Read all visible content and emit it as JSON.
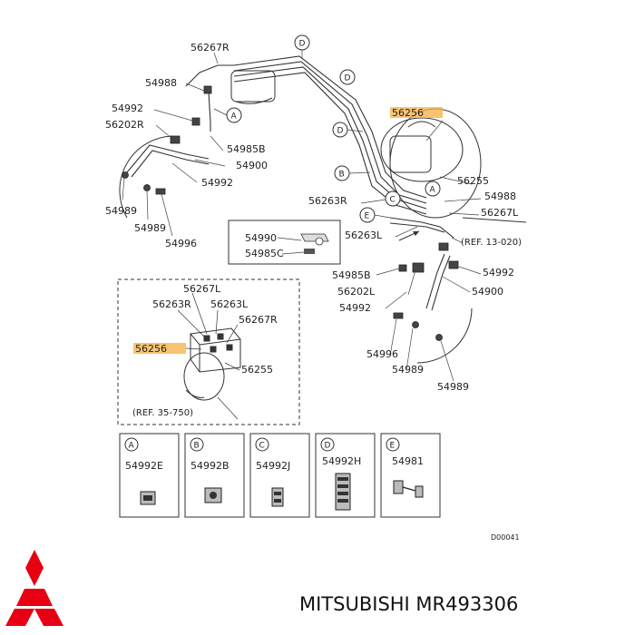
{
  "parts": {
    "top_56267R": "56267R",
    "p54988_left": "54988",
    "p54992_left1": "54992",
    "p56202R": "56202R",
    "p54985B_left": "54985B",
    "p54900_left": "54900",
    "p54992_left2": "54992",
    "p54989_left1": "54989",
    "p54989_left2": "54989",
    "p54996_left": "54996",
    "p56256_top": "56256",
    "p56255_right": "56255",
    "p54988_right": "54988",
    "p56263R": "56263R",
    "p56267L_right": "56267L",
    "ref_13_020": "(REF. 13-020)",
    "p54990": "54990",
    "p54985C": "54985C",
    "p56263L_mid": "56263L",
    "p54985B_right": "54985B",
    "p54992_right1": "54992",
    "p56202L": "56202L",
    "p54900_right": "54900",
    "p54992_right2": "54992",
    "p54996_right": "54996",
    "p54989_right1": "54989",
    "p54989_right2": "54989"
  },
  "inset": {
    "p56267L": "56267L",
    "p56263R": "56263R",
    "p56263L": "56263L",
    "p56267R": "56267R",
    "p56256": "56256",
    "p56255": "56255",
    "ref": "(REF. 35-750)"
  },
  "callouts": [
    "A",
    "B",
    "C",
    "D",
    "E"
  ],
  "clips": [
    {
      "letter": "A",
      "part": "54992E"
    },
    {
      "letter": "B",
      "part": "54992B"
    },
    {
      "letter": "C",
      "part": "54992J"
    },
    {
      "letter": "D",
      "part": "54992H"
    },
    {
      "letter": "E",
      "part": "54981"
    }
  ],
  "diagram_code": "D00041",
  "footer": {
    "brand_text": "MITSUBISHI MR493306",
    "logo_icon": "mitsubishi-three-diamonds-icon",
    "logo_color": "#e60012",
    "highlight_color": "#f5b042"
  }
}
